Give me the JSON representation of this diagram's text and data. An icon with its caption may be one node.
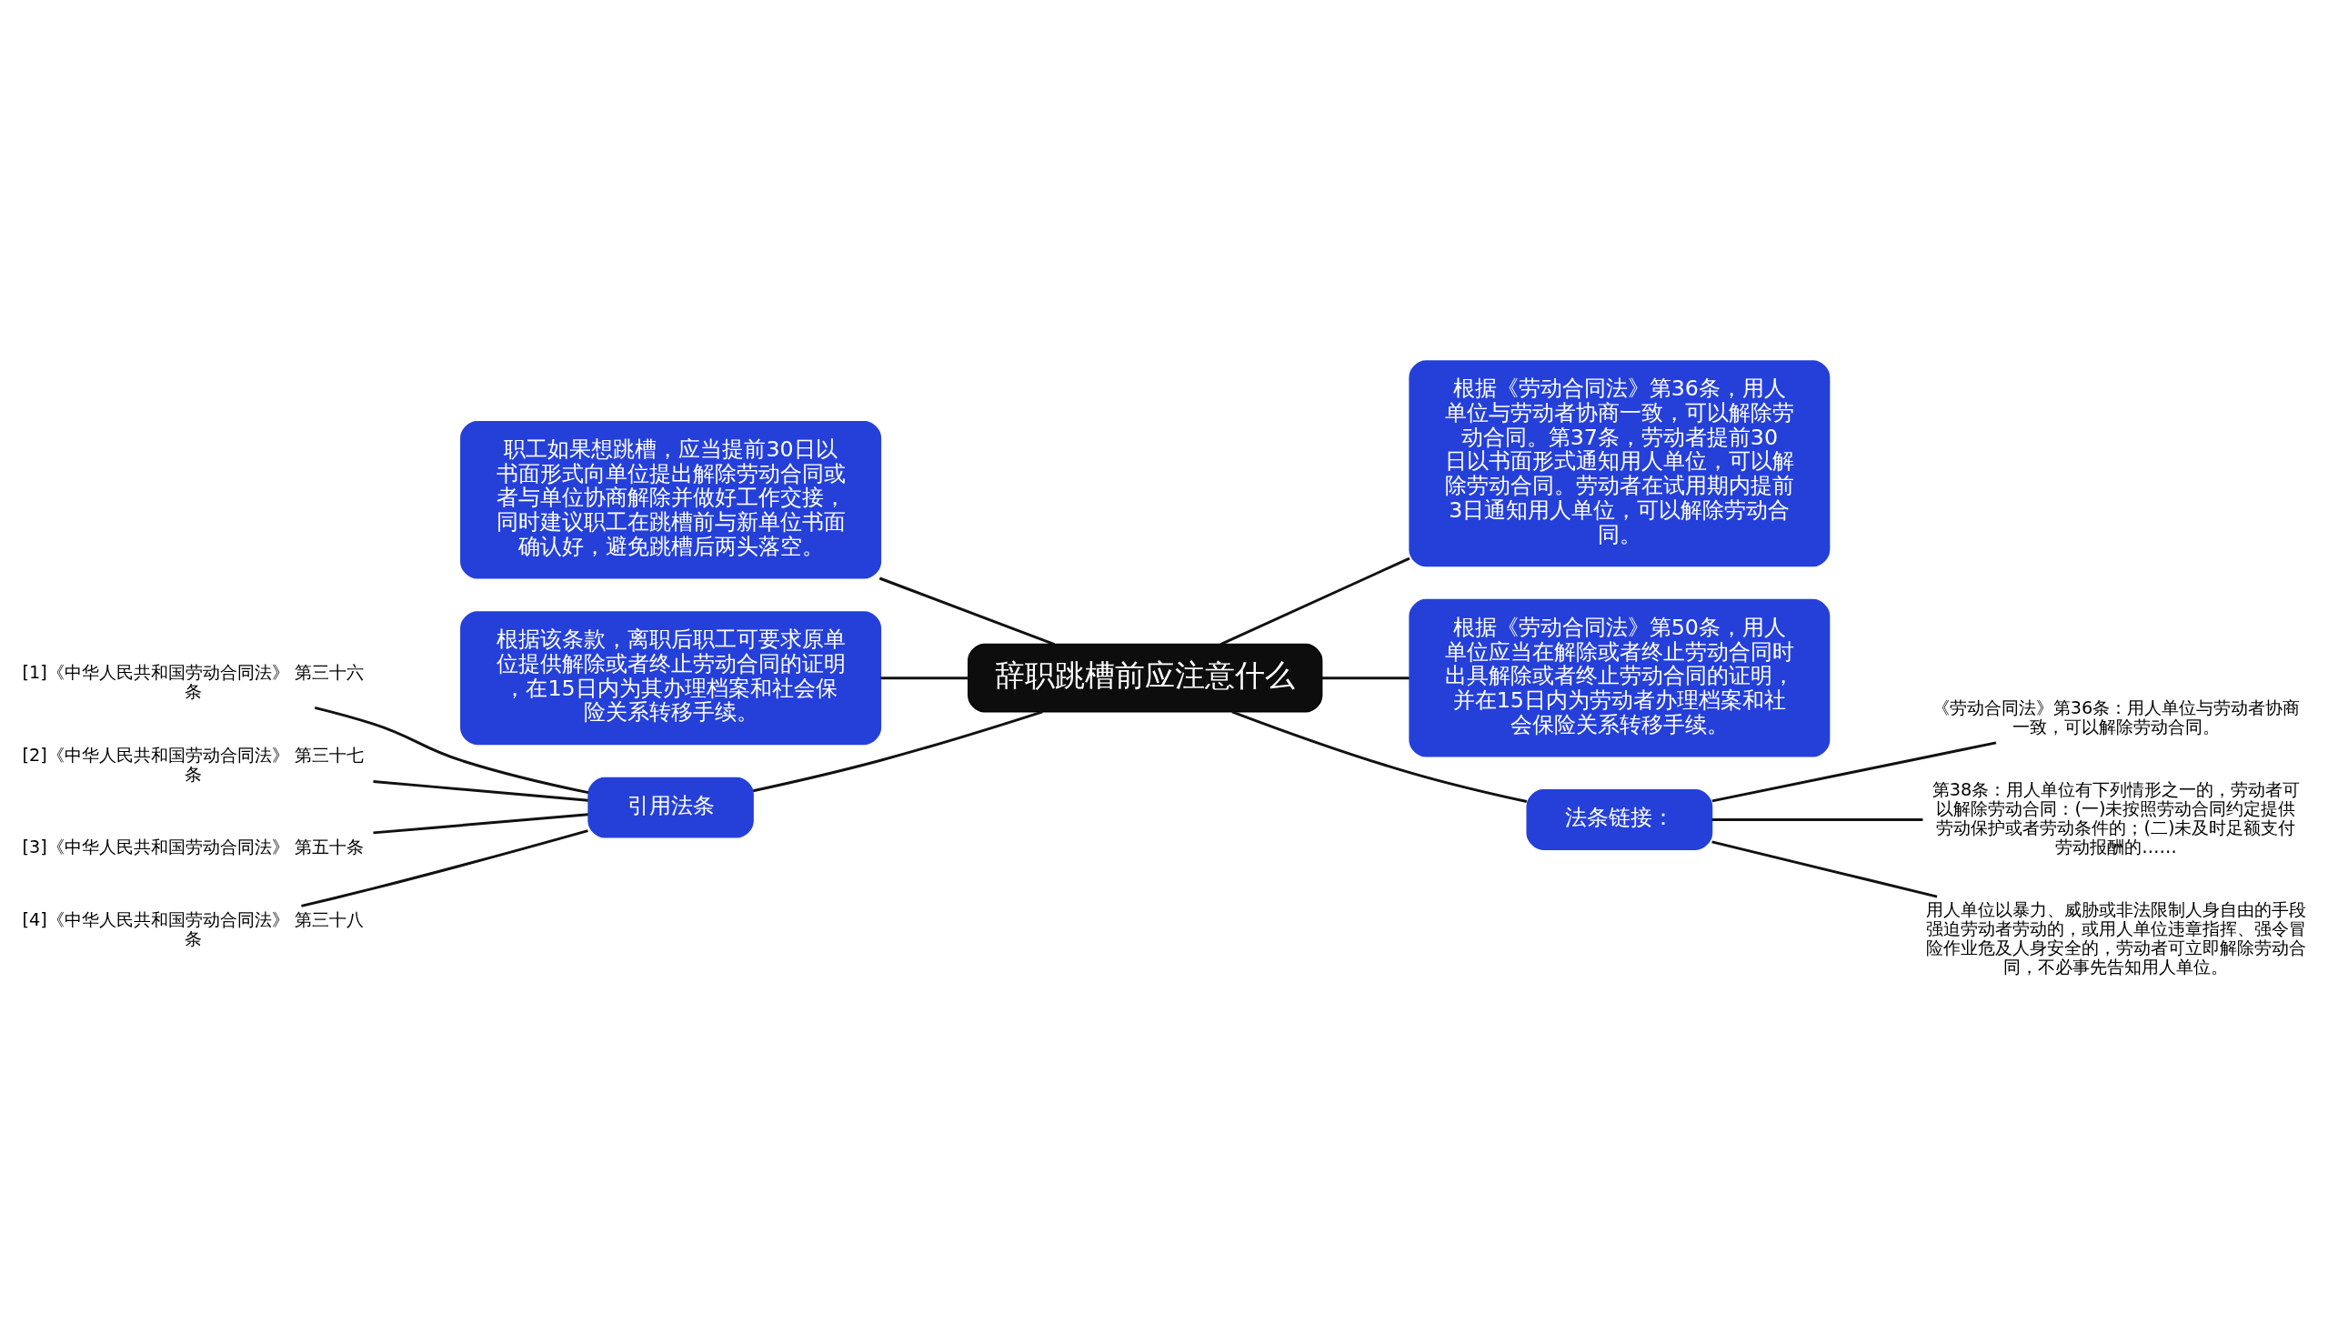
{
  "diagram": {
    "nodes": [
      {
        "text": [
          "辞职跳槽前应注意什么"
        ]
      },
      {
        "text": [
          "职工如果想跳槽，应当提前30日以书面形式向单位提出解除劳动合同或者与单位协商解除并做好工作交接，同时建议职工在跳槽前与新单位书面确认好，避免跳槽后两头落空。"
        ]
      },
      {
        "text": [
          "根据该条款，离职后职工可要求原单位提供解除或者终止劳动合同的证明，在15日内为其办理档案和社会保险关系转移手续。"
        ]
      },
      {
        "text": [
          "引用法条"
        ]
      },
      {
        "text": [
          "[1]《中华人民共和国劳动合同法》 第三十六条"
        ]
      },
      {
        "text": [
          "[2]《中华人民共和国劳动合同法》 第三十七条"
        ]
      },
      {
        "text": [
          "[3]《中华人民共和国劳动合同法》 第五十条"
        ]
      },
      {
        "text": [
          "[4]《中华人民共和国劳动合同法》 第三十八条"
        ]
      },
      {
        "text": [
          "根据《劳动合同法》第36条，用人单位与劳动者协商一致，可以解除劳动合同。第37条，劳动者提前30日以书面形式通知用人单位，可以解除劳动合同。劳动者在试用期内提前3日通知用人单位，可以解除劳动合同。"
        ]
      },
      {
        "text": [
          "根据《劳动合同法》第50条，用人单位应当在解除或者终止劳动合同时出具解除或者终止劳动合同的证明，并在15日内为劳动者办理档案和社会保险关系转移手续。"
        ]
      },
      {
        "text": [
          "法条链接："
        ]
      },
      {
        "text": [
          "《劳动合同法》第36条：用人单位与劳动者协商一致，可以解除劳动合同。"
        ]
      },
      {
        "text": [
          "第38条：用人单位有下列情形之一的，劳动者可以解除劳动合同：(一)未按照劳动合同约定提供劳动保护或者劳动条件的；(二)未及时足额支付劳动报酬的……"
        ]
      },
      {
        "text": [
          "用人单位以暴力、威胁或非法限制人身自由的手段强迫劳动者劳动的，或用人单位违章指挥、强令冒险作业危及人身安全的，劳动者可立即解除劳动合同，不必事先告知用人单位。"
        ]
      }
    ],
    "edges": [
      {
        "from": 0,
        "to": 1,
        "arrow": "none"
      },
      {
        "from": 0,
        "to": 2,
        "arrow": "none"
      },
      {
        "from": 0,
        "to": 3,
        "arrow": "none"
      },
      {
        "from": 3,
        "to": 4,
        "arrow": "none"
      },
      {
        "from": 3,
        "to": 5,
        "arrow": "none"
      },
      {
        "from": 3,
        "to": 6,
        "arrow": "none"
      },
      {
        "from": 3,
        "to": 7,
        "arrow": "none"
      },
      {
        "from": 0,
        "to": 8,
        "arrow": "none"
      },
      {
        "from": 0,
        "to": 9,
        "arrow": "none"
      },
      {
        "from": 0,
        "to": 10,
        "arrow": "none"
      },
      {
        "from": 10,
        "to": 11,
        "arrow": "none"
      },
      {
        "from": 10,
        "to": 12,
        "arrow": "none"
      },
      {
        "from": 10,
        "to": 13,
        "arrow": "none"
      }
    ]
  }
}
